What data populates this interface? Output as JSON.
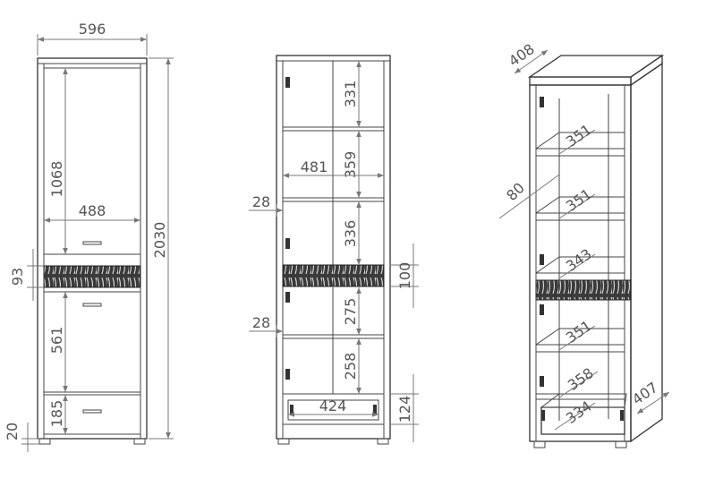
{
  "colors": {
    "line": "#333333",
    "dimension": "#777777",
    "text": "#555555",
    "band": "#222222"
  },
  "front_view": {
    "width": "596",
    "height": "2030",
    "upper_door_height": "1068",
    "inner_width": "488",
    "band_height": "93",
    "lower_door_height": "561",
    "drawer_height": "185",
    "feet_height": "20"
  },
  "interior_view": {
    "shelf_331": "331",
    "shelf_359": "359",
    "inner_width": "481",
    "side_thickness_upper": "28",
    "shelf_336": "336",
    "band_height": "100",
    "shelf_275": "275",
    "side_thickness_lower": "28",
    "shelf_258": "258",
    "drawer_width": "424",
    "drawer_height": "124"
  },
  "perspective_view": {
    "top_depth": "408",
    "door_depth": "80",
    "shelf_351_a": "351",
    "shelf_351_b": "351",
    "shelf_343": "343",
    "shelf_351_c": "351",
    "shelf_358": "358",
    "drawer_334": "334",
    "side_depth": "407"
  }
}
